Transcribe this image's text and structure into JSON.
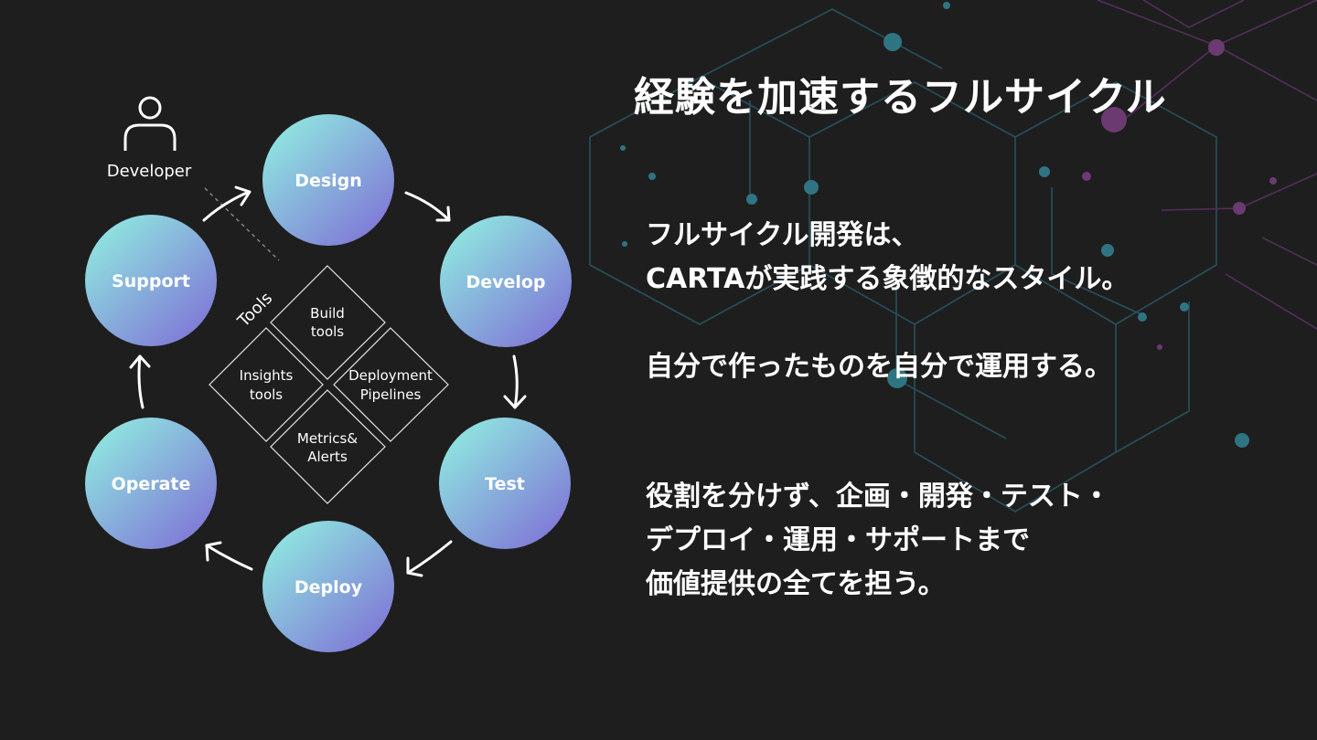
{
  "title": "経験を加速するフルサイクル",
  "paragraphs": [
    {
      "lines": [
        "フルサイクル開発は、",
        "CARTAが実践する象徴的なスタイル。"
      ]
    },
    {
      "lines": [
        "自分で作ったものを自分で運用する。"
      ]
    },
    {
      "lines": [
        "役割を分けず、企画・開発・テスト・",
        "デプロイ・運用・サポートまで",
        "価値提供の全てを担う。"
      ]
    }
  ],
  "diagram": {
    "developer_label": "Developer",
    "cycle_nodes": [
      "Design",
      "Develop",
      "Test",
      "Deploy",
      "Operate",
      "Support"
    ],
    "tools_label": "Tools",
    "tools": [
      [
        "Build",
        "tools"
      ],
      [
        "Deployment",
        "Pipelines"
      ],
      [
        "Metrics&",
        "Alerts"
      ],
      [
        "Insights",
        "tools"
      ]
    ]
  },
  "colors": {
    "background": "#1e1e1f",
    "node_gradient_start": "#8fe6e0",
    "node_gradient_end": "#7f74d6",
    "network_teal": "#2e6f7c",
    "network_purple": "#6d3c73"
  },
  "icons": {
    "developer": "person-icon"
  }
}
